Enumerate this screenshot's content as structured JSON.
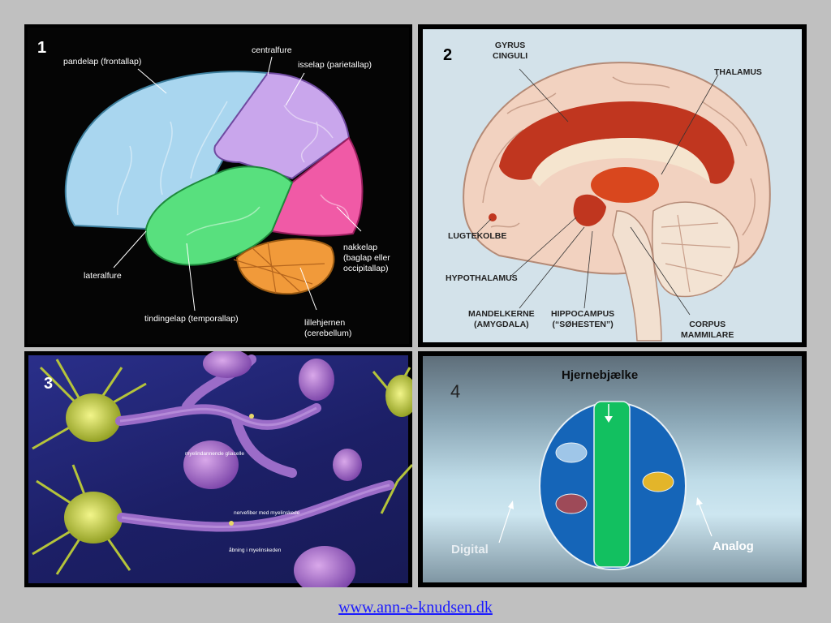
{
  "panel1": {
    "number": "1",
    "labels": {
      "centralfure": "centralfure",
      "pandelap": "pandelap (frontallap)",
      "isselap": "isselap (parietallap)",
      "nakkelap": "nakkelap\n(baglap eller\noccipitallap)",
      "lateralfure": "lateralfure",
      "tindingelap": "tindingelap (temporallap)",
      "lillehjernen": "lillehjernen\n(cerebellum)"
    },
    "colors": {
      "frontal": "#a9d6ef",
      "parietal": "#c9a6ec",
      "occipital": "#f05aa6",
      "temporal": "#58e07e",
      "cerebellum": "#f19a3a"
    }
  },
  "panel2": {
    "number": "2",
    "labels": {
      "gyrus": "GYRUS\nCINGULI",
      "thalamus": "THALAMUS",
      "lugtekolbe": "LUGTEKOLBE",
      "hypothalamus": "HYPOTHALAMUS",
      "mandelkerne": "MANDELKERNE\n(AMYGDALA)",
      "hippocampus": "HIPPOCAMPUS\n(“SØHESTEN”)",
      "corpus": "CORPUS\nMAMMILARE"
    }
  },
  "panel3": {
    "number": "3",
    "labels": {
      "glia": "myelindannende gliacelle",
      "nervefiber": "nervefiber med myelinskede",
      "abning": "åbning i myelinskeden"
    }
  },
  "panel4": {
    "number": "4",
    "title": "Hjernebjælke",
    "digital": "Digital",
    "analog": "Analog"
  },
  "footer": {
    "link": "www.ann-e-knudsen.dk"
  }
}
